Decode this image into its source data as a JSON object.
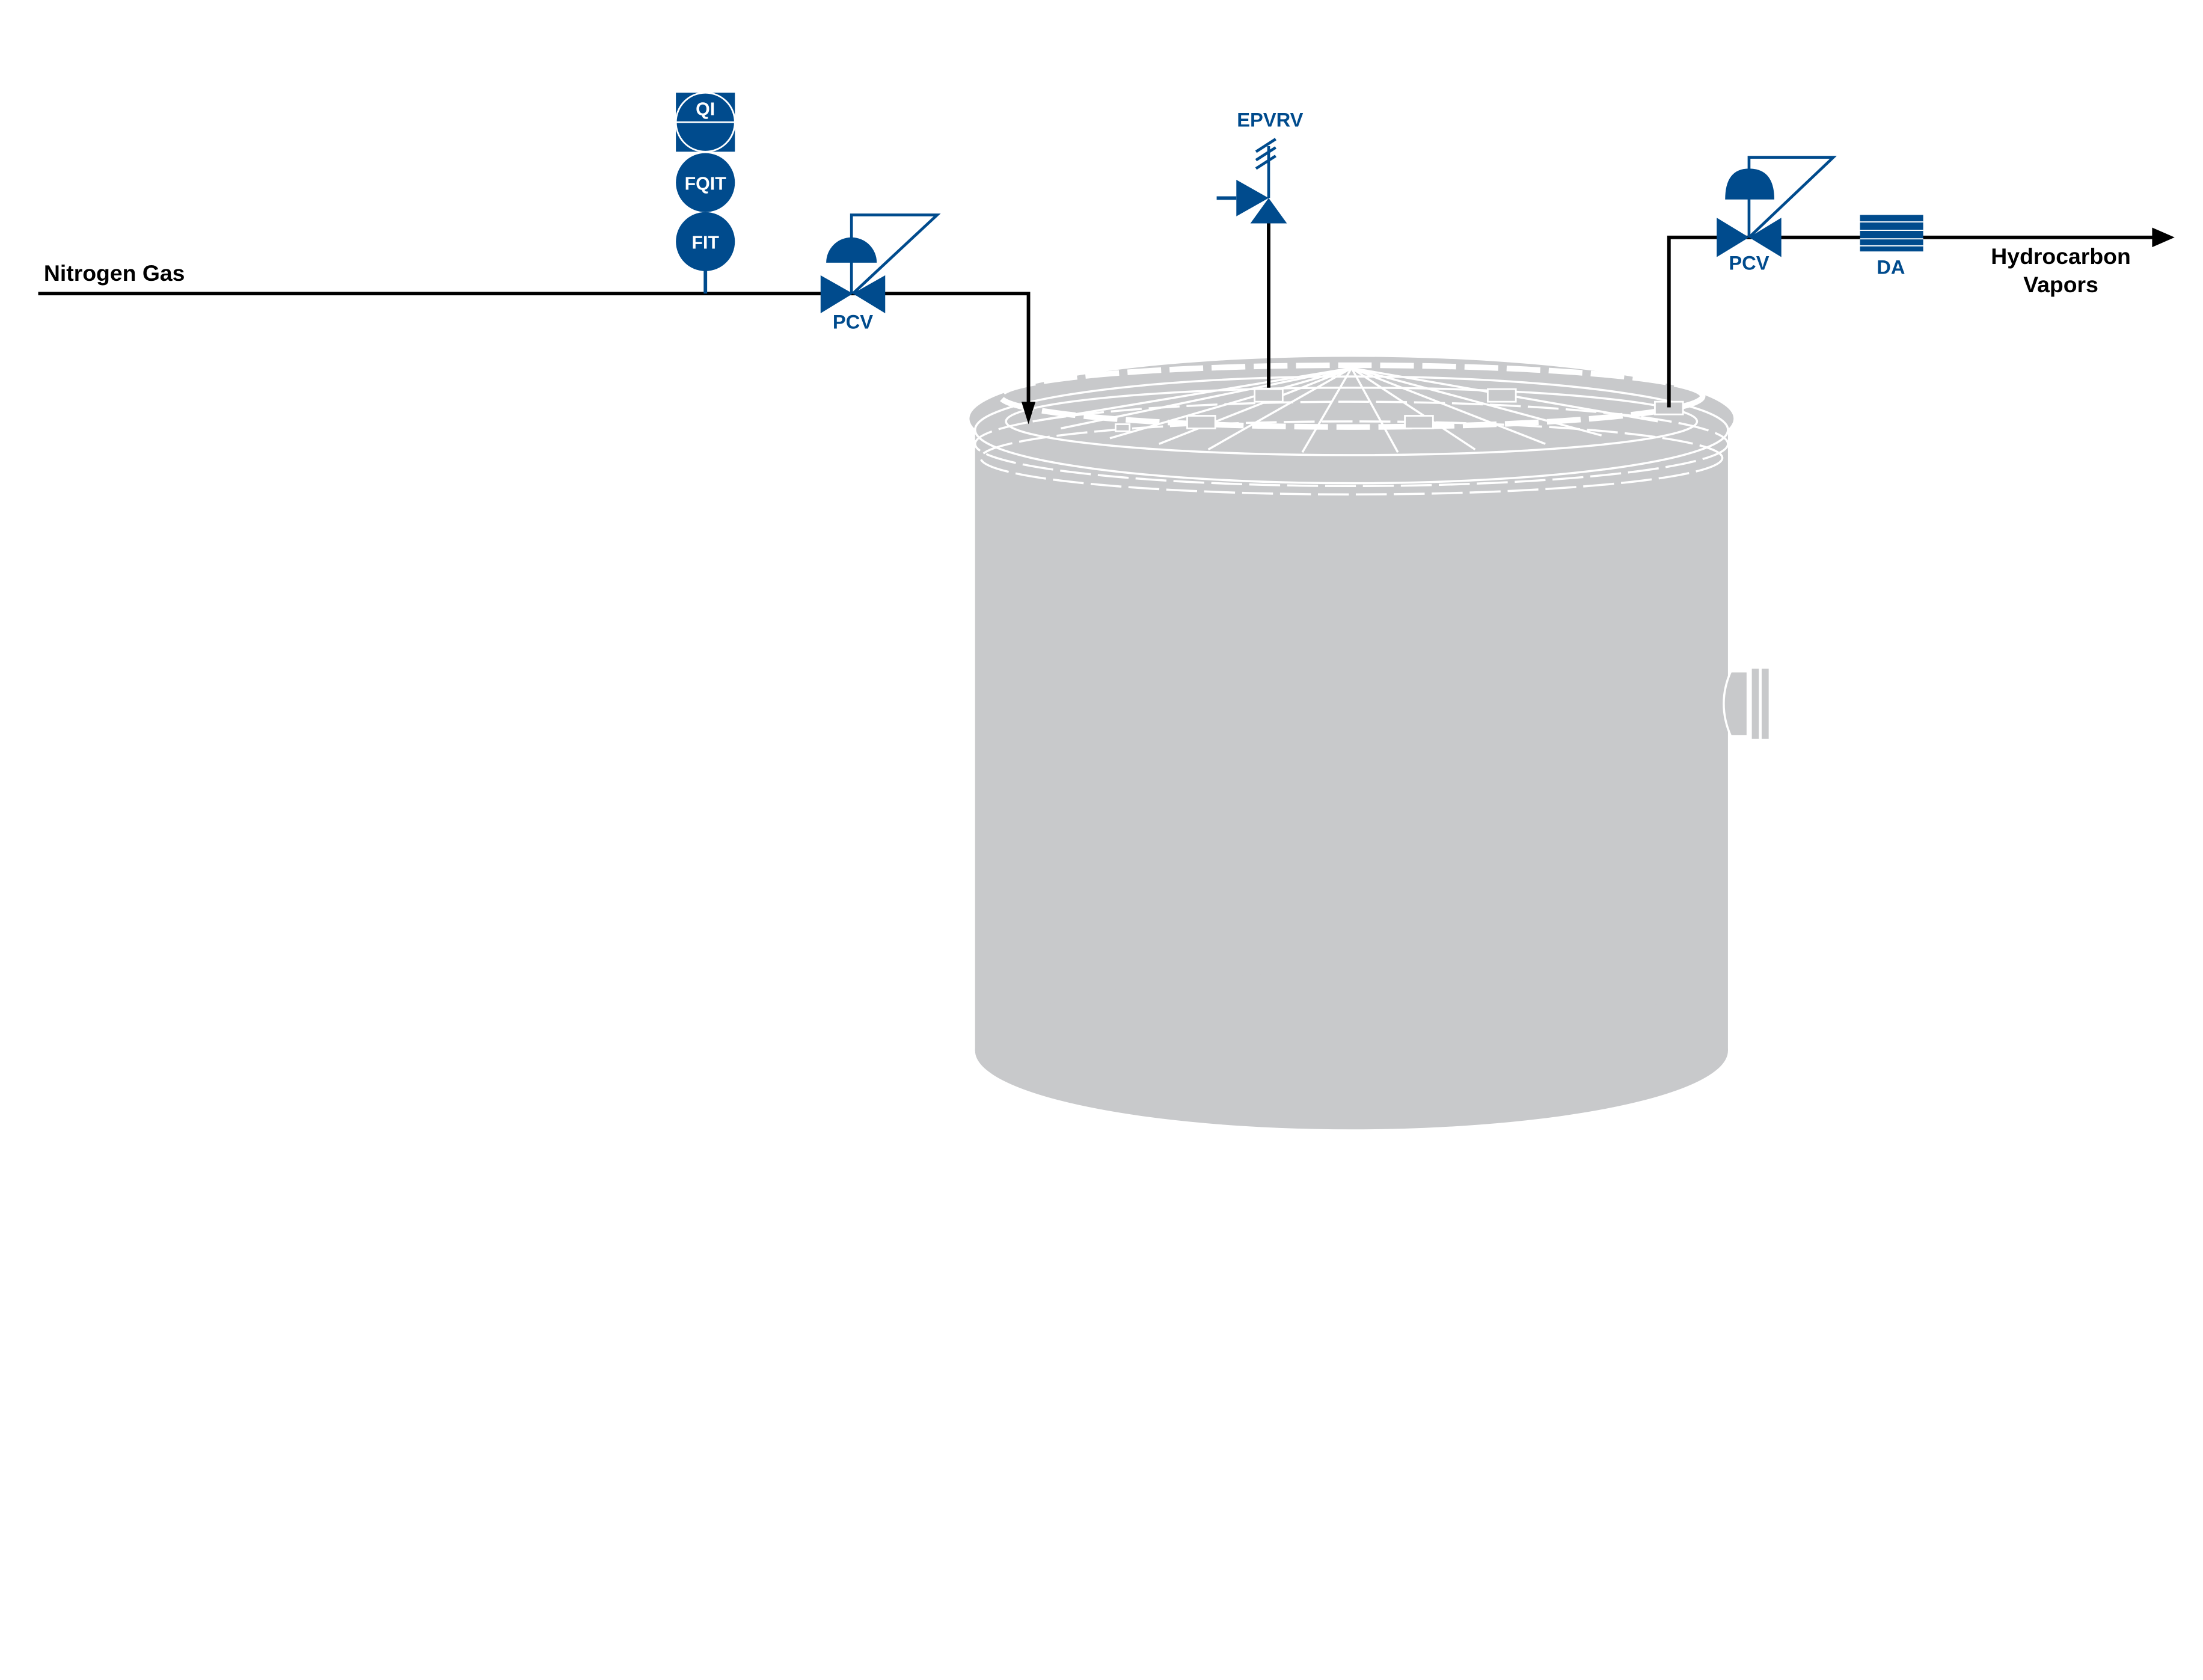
{
  "colors": {
    "instrument_blue": "#004b8d",
    "tank_gray": "#c8c9cb",
    "line_black": "#000000"
  },
  "labels": {
    "nitrogen_gas": "Nitrogen Gas",
    "qi": "QI",
    "fqit": "FQIT",
    "fit": "FIT",
    "pcv_inlet": "PCV",
    "epvrv": "EPVRV",
    "pcv_outlet": "PCV",
    "da": "DA",
    "hydrocarbon_line1": "Hydrocarbon",
    "hydrocarbon_line2": "Vapors"
  }
}
